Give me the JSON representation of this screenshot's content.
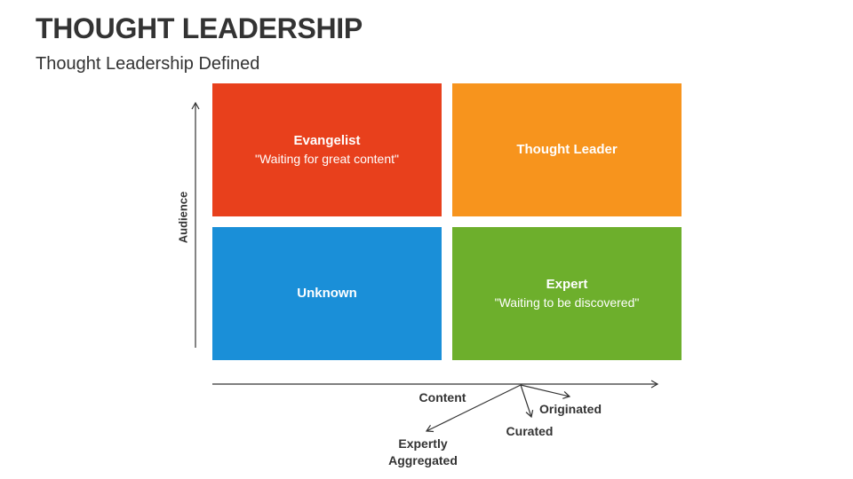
{
  "header": {
    "title": "THOUGHT LEADERSHIP",
    "subtitle": "Thought Leadership Defined"
  },
  "matrix": {
    "quadrants": [
      {
        "id": "evangelist",
        "title": "Evangelist",
        "subtitle": "\"Waiting for great content\"",
        "color": "#e8401c"
      },
      {
        "id": "thought-leader",
        "title": "Thought Leader",
        "subtitle": "",
        "color": "#f7941d"
      },
      {
        "id": "unknown",
        "title": "Unknown",
        "subtitle": "",
        "color": "#1a8fd8"
      },
      {
        "id": "expert",
        "title": "Expert",
        "subtitle": "\"Waiting to be discovered\"",
        "color": "#6daf2c"
      }
    ],
    "y_axis_label": "Audience",
    "x_axis_label": "Content",
    "content_branches": [
      "Originated",
      "Curated",
      "Expertly Aggregated"
    ]
  }
}
